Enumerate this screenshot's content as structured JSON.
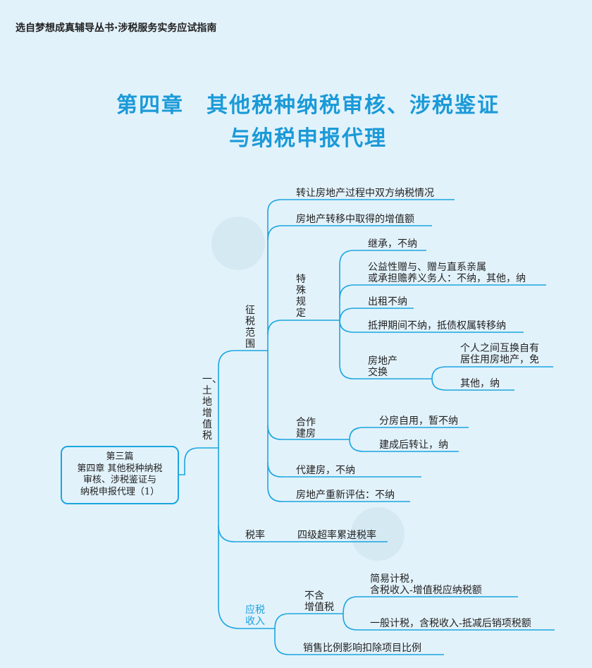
{
  "header": "选自梦想成真辅导丛书·涉税服务实务应试指南",
  "title": {
    "line1": "第四章　其他税种纳税审核、涉税鉴证",
    "line2": "与纳税申报代理"
  },
  "root": {
    "line1": "第三篇",
    "line2": "第四章  其他税种纳税",
    "line3": "审核、涉税鉴证与",
    "line4": "纳税申报代理（1）"
  },
  "branch": "一、土地增值税",
  "scope": {
    "label": "征税范围",
    "items": [
      "转让房地产过程中双方纳税情况",
      "房地产转移中取得的增值额"
    ],
    "special": {
      "label": "特殊规定",
      "items": [
        "继承，不纳",
        "公益性赠与、赠与直系亲属",
        "或承担赡养义务人：不纳，其他，纳",
        "出租不纳",
        "抵押期间不纳，抵债权属转移纳"
      ],
      "exchange": {
        "label1": "房地产",
        "label2": "交换",
        "items": [
          "个人之间互换自有",
          "居住用房地产，免",
          "其他，纳"
        ]
      }
    },
    "coop": {
      "label1": "合作",
      "label2": "建房",
      "items": [
        "分房自用，暂不纳",
        "建成后转让，纳"
      ]
    },
    "others": [
      "代建房，不纳",
      "房地产重新评估：不纳"
    ]
  },
  "rate": {
    "label": "税率",
    "value": "四级超率累进税率"
  },
  "income": {
    "label1": "应税",
    "label2": "收入",
    "novat": {
      "label1": "不含",
      "label2": "增值税",
      "items": [
        "简易计税，",
        "含税收入-增值税应纳税额",
        "一般计税，含税收入-抵减后销项税额"
      ]
    },
    "ratio": "销售比例影响扣除项目比例"
  },
  "colors": {
    "line": "#1aa6e0",
    "title": "#1b9ad8",
    "background": "#e2f2fb"
  }
}
